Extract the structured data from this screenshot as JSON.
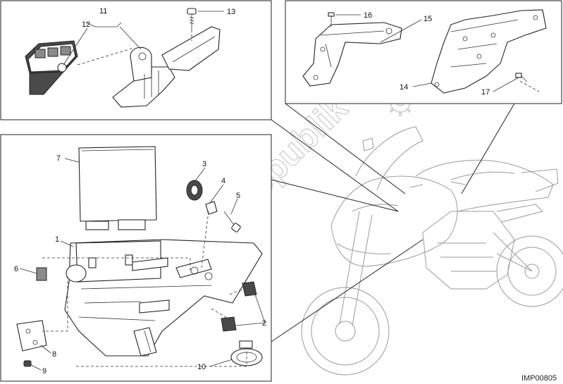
{
  "diagram": {
    "code": "IMP00805",
    "watermark": "PartsRepublik",
    "labels": {
      "l1": "1",
      "l2": "2",
      "l3": "3",
      "l4": "4",
      "l5": "5",
      "l6": "6",
      "l7": "7",
      "l8": "8",
      "l9": "9",
      "l10": "10",
      "l11": "11",
      "l12": "12",
      "l13": "13",
      "l14": "14",
      "l15": "15",
      "l16": "16",
      "l17": "17"
    }
  }
}
